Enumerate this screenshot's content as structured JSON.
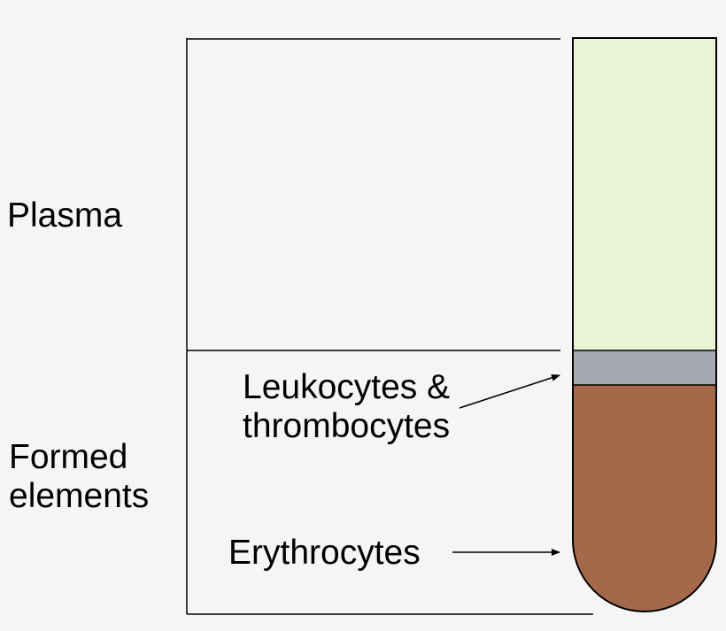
{
  "labels": {
    "plasma": "Plasma",
    "formed_line1": "Formed",
    "formed_line2": "elements",
    "leuko_line1": "Leukocytes &",
    "leuko_line2": "thrombocytes",
    "erythrocytes": "Erythrocytes"
  },
  "colors": {
    "background": "#f5f5f5",
    "plasma_layer": "#e9f4d4",
    "buffy_coat_layer": "#a3a9ae",
    "red_cell_layer": "#a3694a",
    "line": "#000000"
  }
}
